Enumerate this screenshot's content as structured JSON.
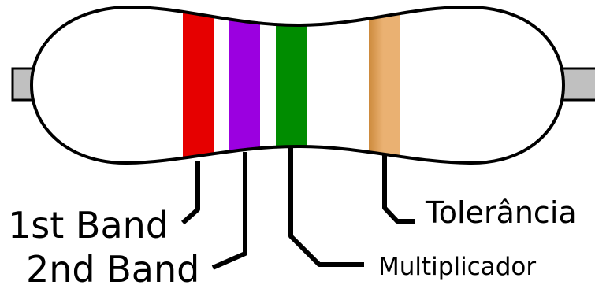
{
  "labels": {
    "first_band": "1st Band",
    "second_band": "2nd Band",
    "multiplier": "Multiplicador",
    "tolerance": "Tolerância"
  },
  "colors": {
    "lead_fill": "#c0c0c0",
    "body_fill": "#ffffff",
    "outline": "#000000",
    "band_1": "#e60000",
    "band_2": "#9b00e0",
    "band_3": "#008c00",
    "band_4_light": "#eab172",
    "band_4_dark": "#cd8a3c"
  }
}
